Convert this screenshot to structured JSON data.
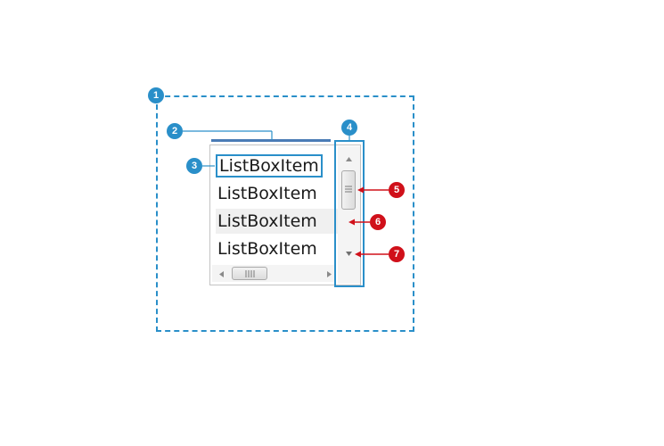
{
  "callouts": {
    "c1": "1",
    "c2": "2",
    "c3": "3",
    "c4": "4",
    "c5": "5",
    "c6": "6",
    "c7": "7"
  },
  "listbox": {
    "items": [
      "ListBoxItem",
      "ListBoxItem",
      "ListBoxItem",
      "ListBoxItem"
    ]
  },
  "colors": {
    "callout_blue": "#2a8fc9",
    "callout_red": "#d0101a",
    "selection_border": "#2a8fc9",
    "hover_background": "#f0f0f0"
  },
  "icons": {
    "scroll_up": "scroll-up-arrow-icon",
    "scroll_down": "scroll-down-arrow-icon",
    "scroll_left": "scroll-left-arrow-icon",
    "scroll_right": "scroll-right-arrow-icon",
    "thumb_grip": "thumb-grip-icon"
  }
}
